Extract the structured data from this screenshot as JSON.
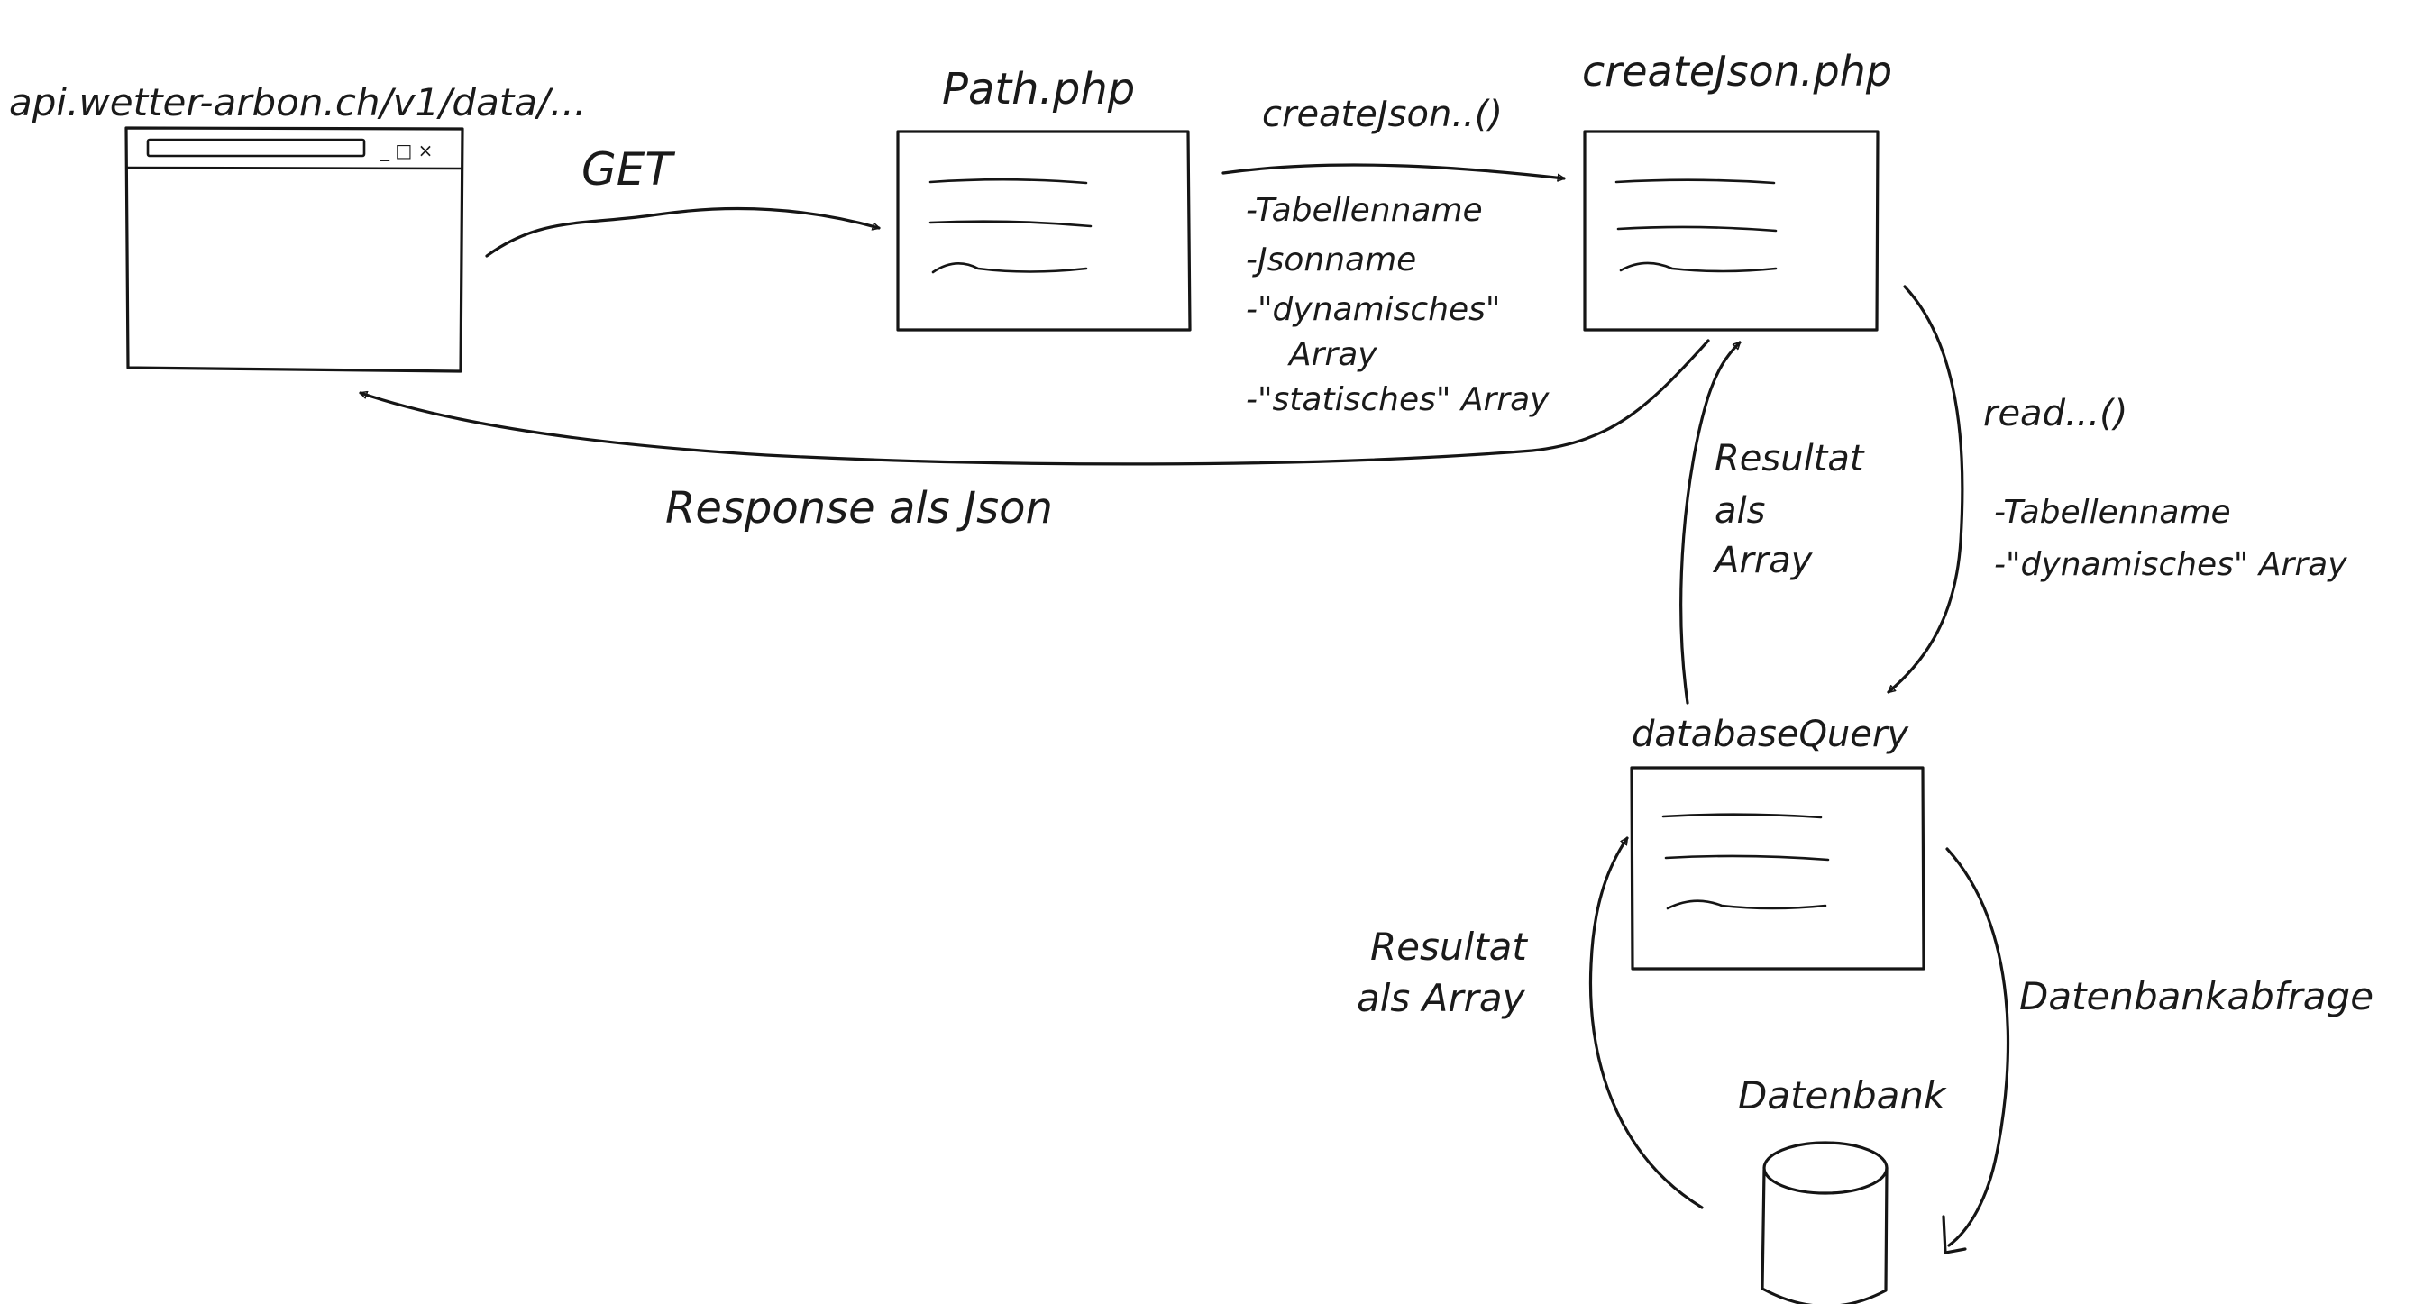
{
  "browser": {
    "url": "api.wetter-arbon.ch/v1/data/...",
    "window_controls": "_ □ ×"
  },
  "path_php": {
    "title": "Path.php"
  },
  "create_json_php": {
    "title": "createJson.php"
  },
  "database_query": {
    "title": "databaseQuery"
  },
  "database": {
    "title": "Datenbank"
  },
  "arrows": {
    "get": {
      "label": "GET"
    },
    "create_json_call": {
      "label": "createJson..()",
      "params": [
        "-Tabellenname",
        "-Jsonname",
        "-\"dynamisches\"",
        "Array",
        "-\"statisches\" Array"
      ]
    },
    "response": {
      "label": "Response als Json"
    },
    "result_to_create_json": {
      "lines": [
        "Resultat",
        "als",
        "Array"
      ]
    },
    "read_call": {
      "label": "read...()",
      "params": [
        "-Tabellenname",
        "-\"dynamisches\" Array"
      ]
    },
    "result_to_query": {
      "lines": [
        "Resultat",
        "als Array"
      ]
    },
    "db_query": {
      "label": "Datenbankabfrage"
    }
  }
}
